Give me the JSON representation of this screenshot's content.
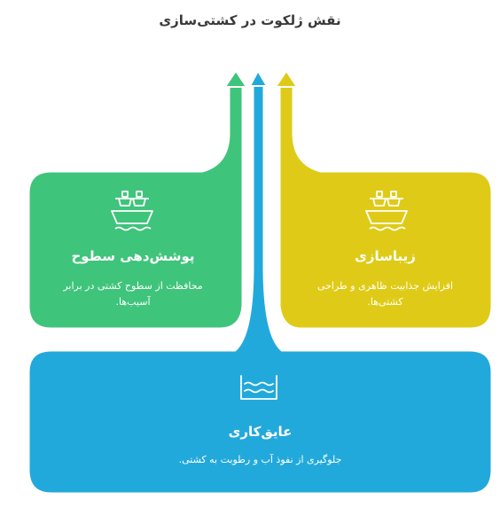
{
  "title": "نقش ژلکوت در کشتی‌سازی",
  "colors": {
    "green": "#3fc47b",
    "yellow": "#dfcb17",
    "blue": "#22a9dc"
  },
  "cards": [
    {
      "id": "beautification",
      "icon": "ship-icon",
      "title": "زیباسازی",
      "description": "افزایش جذابیت ظاهری و طراحی کشتی‌ها."
    },
    {
      "id": "surface-coating",
      "icon": "ship-icon",
      "title": "پوشش‌دهی سطوح",
      "description": "محافظت از سطوح کشتی در برابر آسیب‌ها."
    },
    {
      "id": "waterproofing",
      "icon": "water-icon",
      "title": "عایق‌کاری",
      "description": "جلوگیری از نفوذ آب و رطوبت به کشتی."
    }
  ]
}
